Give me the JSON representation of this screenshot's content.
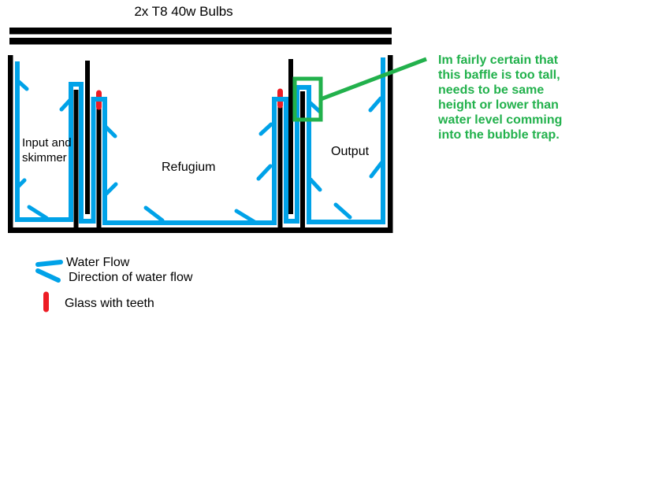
{
  "title": "2x T8 40w Bulbs",
  "colors": {
    "background": "#FFFFFF",
    "ink": "#000000",
    "glass": "#000000",
    "water": "#00A2E8",
    "teeth": "#ED1C24",
    "annotation": "#22B14C"
  },
  "tank": {
    "chamber_labels": {
      "input_line1": "Input and",
      "input_line2": "skimmer",
      "refugium": "Refugium",
      "output": "Output"
    }
  },
  "annotation": {
    "lines": [
      "Im fairly certain that",
      "this baffle is too tall,",
      "needs to be same",
      "height or lower than",
      "water level comming",
      "into the bubble trap."
    ]
  },
  "legend": [
    {
      "symbol": "water-flow-line",
      "label": "Water Flow"
    },
    {
      "symbol": "direction-arrow",
      "label": "Direction of water flow"
    },
    {
      "symbol": "glass-with-teeth",
      "label": "Glass with teeth"
    }
  ]
}
